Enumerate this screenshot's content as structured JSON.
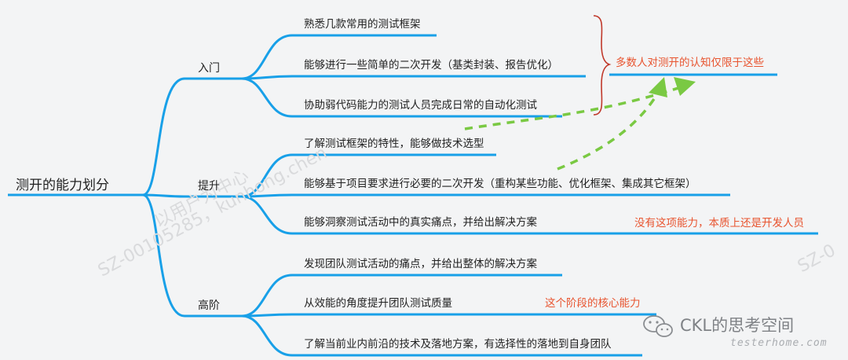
{
  "root": "测开的能力划分",
  "branches": [
    {
      "name": "入门",
      "items": [
        "熟悉几款常用的测试框架",
        "能够进行一些简单的二次开发（基类封装、报告优化）",
        "协助弱代码能力的测试人员完成日常的自动化测试"
      ]
    },
    {
      "name": "提升",
      "items": [
        "了解测试框架的特性，能够做技术选型",
        "能够基于项目要求进行必要的二次开发（重构某些功能、优化框架、集成其它框架）",
        "能够洞察测试活动中的真实痛点，并给出解决方案"
      ]
    },
    {
      "name": "高阶",
      "items": [
        "发现团队测试活动的痛点，并给出整体的解决方案",
        "从效能的角度提升团队测试质量",
        "了解当前业内前沿的技术及落地方案，有选择性的落地到自身团队"
      ]
    }
  ],
  "annotations": {
    "bracket_note": "多数人对测开的认知仅限于这些",
    "no_ability_note": "没有这项能力，本质上还是开发人员",
    "core_note": "这个阶段的核心能力"
  },
  "watermarks": [
    "以用户为中心",
    "SZ-00105285，kunhong.chen",
    "SZ-0"
  ],
  "brand": {
    "name": "CKL的思考空间",
    "site": "testerhome.com"
  },
  "colors": {
    "branch_line": "#18a0e8",
    "annotation": "#e8542f",
    "arrow": "#7ac943",
    "brace": "#c0392b",
    "background": "#f3f4f5"
  }
}
